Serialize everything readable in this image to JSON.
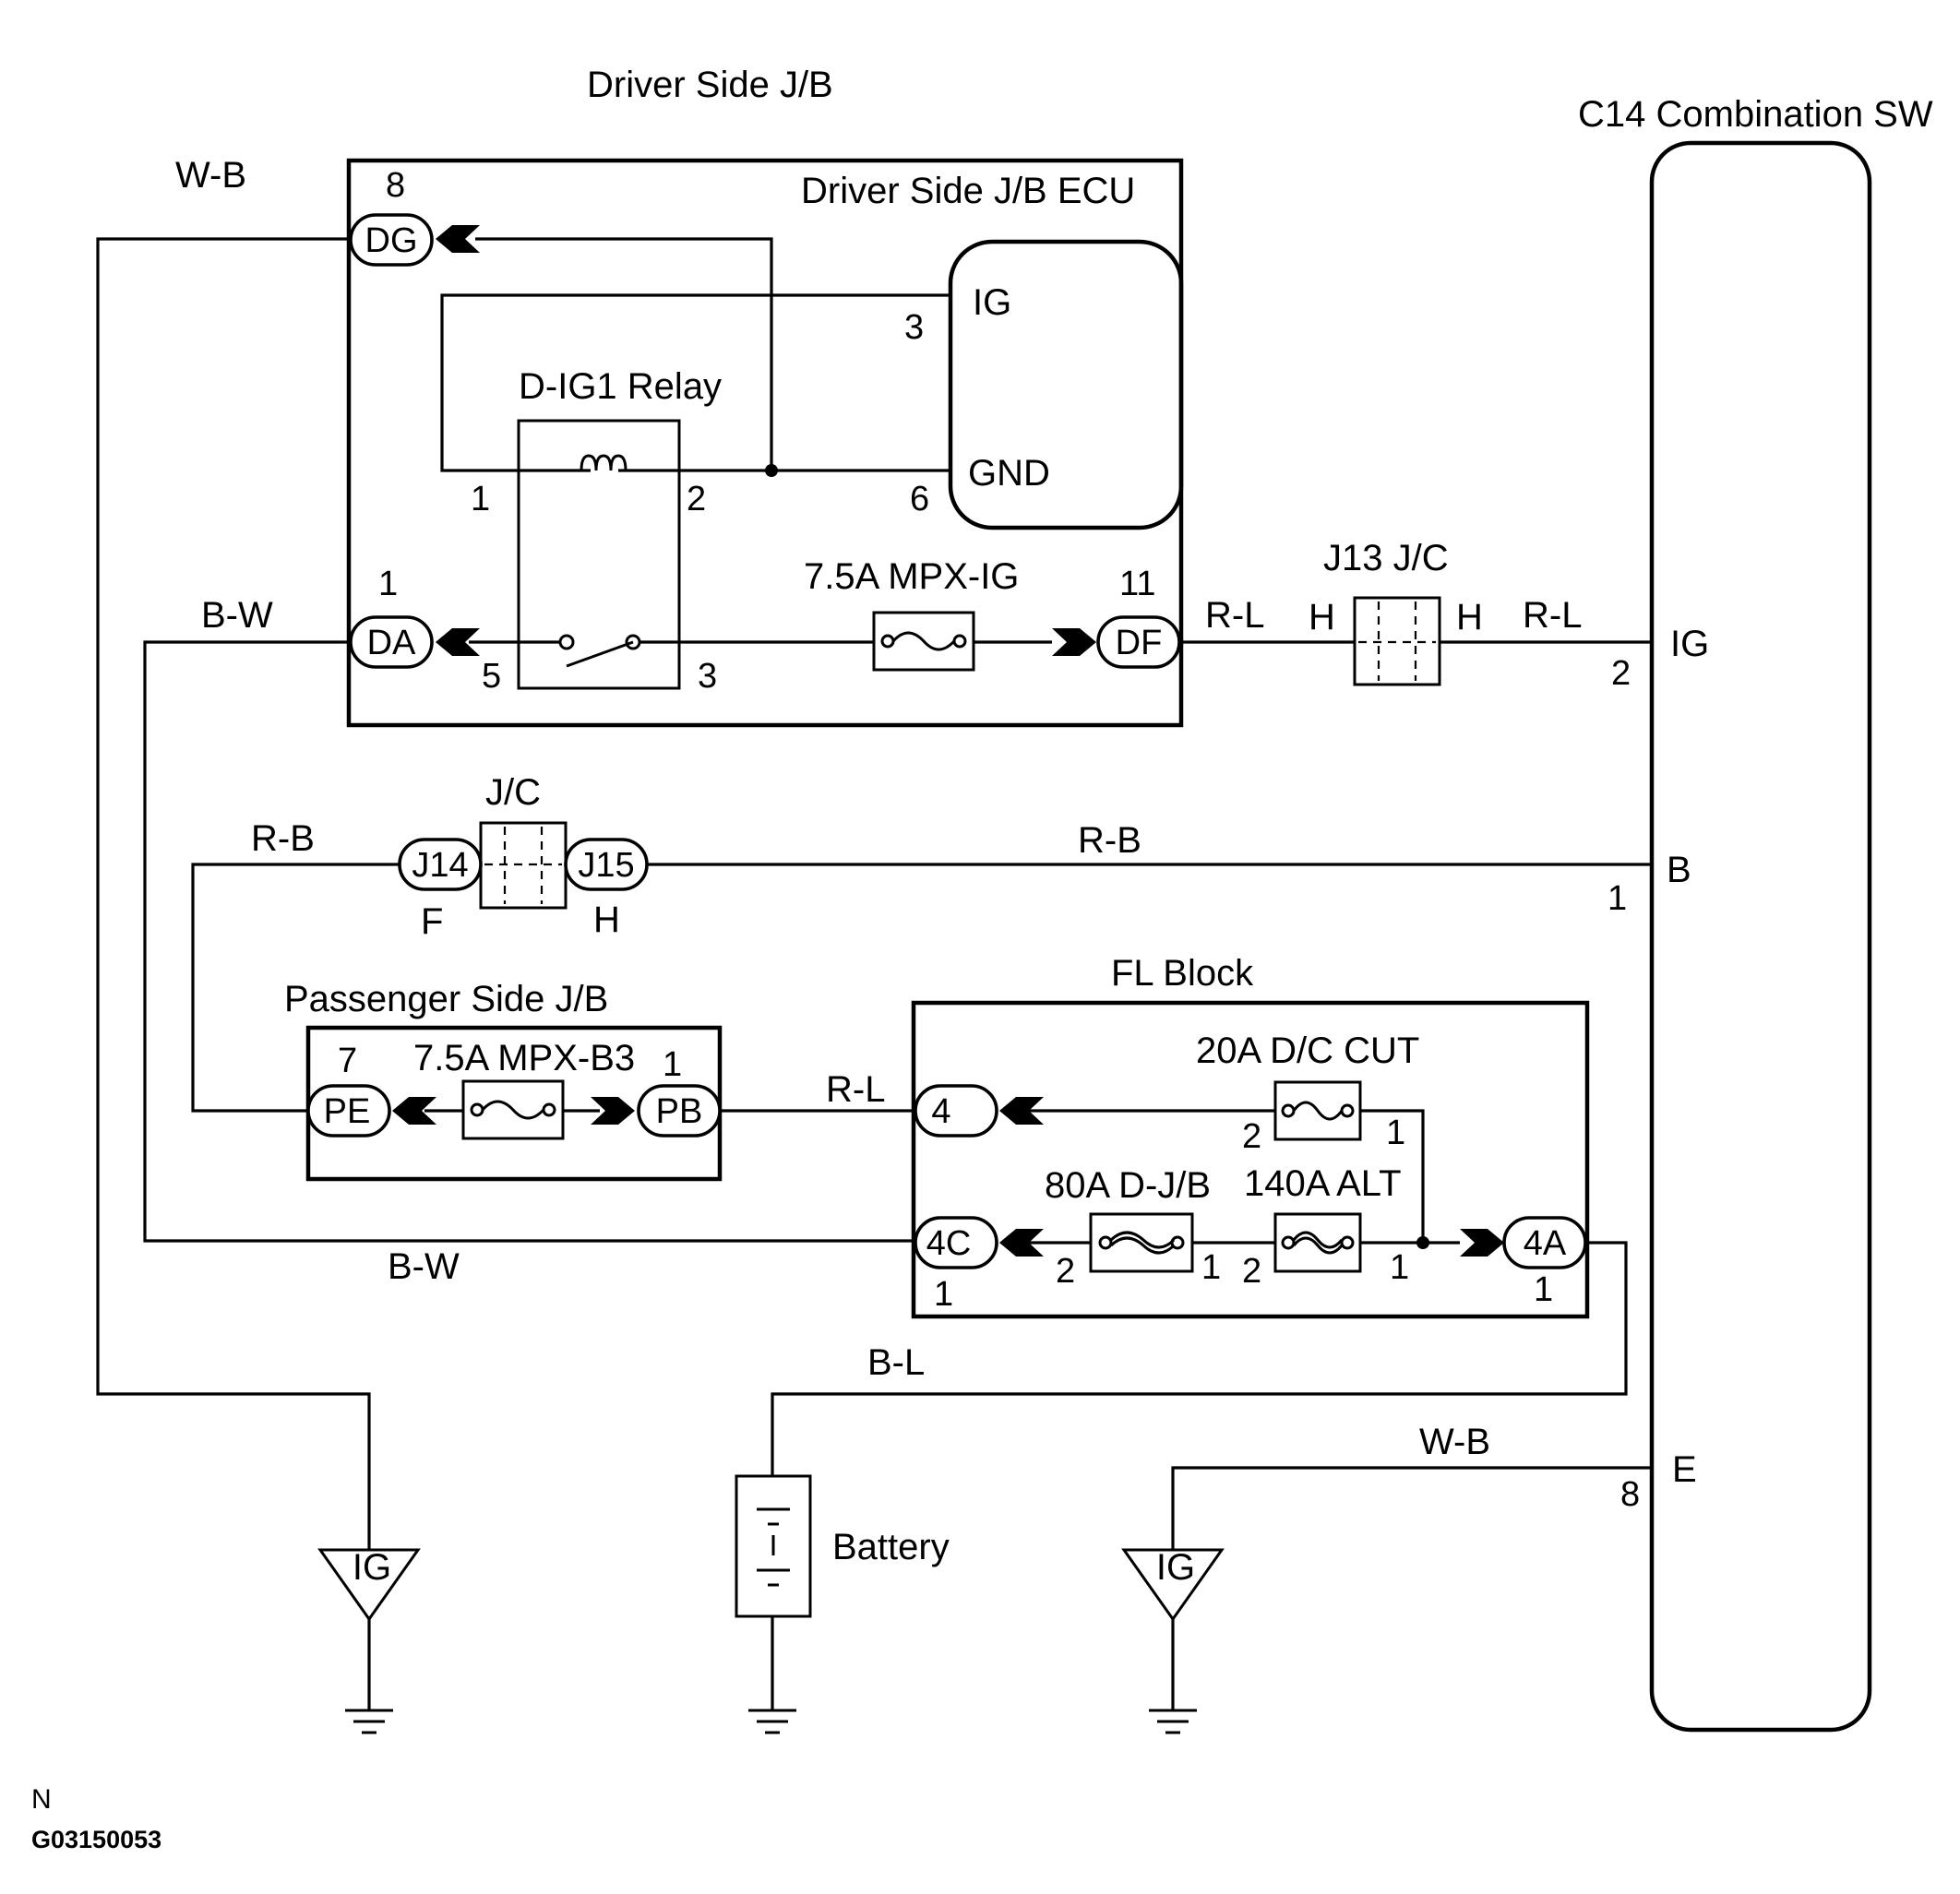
{
  "titles": {
    "driver_jb": "Driver Side J/B",
    "driver_jb_ecu": "Driver Side J/B ECU",
    "combination_sw": "C14 Combination SW",
    "relay": "D-IG1  Relay",
    "fuse_mpx_ig": "7.5A  MPX-IG",
    "j13": "J13 J/C",
    "jc": "J/C",
    "passenger_jb": "Passenger Side J/B",
    "fuse_mpx_b3": "7.5A  MPX-B3",
    "fl_block": "FL Block",
    "fuse_dc_cut": "20A D/C CUT",
    "fuse_djb": "80A  D-J/B",
    "fuse_alt": "140A ALT",
    "battery": "Battery"
  },
  "ecu_terminals": {
    "ig": "IG",
    "gnd": "GND",
    "ig_pin": "3",
    "gnd_pin": "6"
  },
  "connectors": {
    "dg": "DG",
    "da": "DA",
    "df": "DF",
    "j14": "J14",
    "j15": "J15",
    "pe": "PE",
    "pb": "PB",
    "fl4": "4",
    "fl4c": "4C",
    "fl4a": "4A"
  },
  "pins": {
    "dg": "8",
    "da": "1",
    "df": "11",
    "relay_1": "1",
    "relay_2": "2",
    "relay_5": "5",
    "relay_3": "3",
    "j14_side": "F",
    "j15_side": "H",
    "j13_left": "H",
    "j13_right": "H",
    "pe": "7",
    "pb": "1",
    "dc_cut_2": "2",
    "dc_cut_1": "1",
    "djb_2": "2",
    "djb_1": "1",
    "alt_2": "2",
    "alt_1": "1",
    "fl4c": "1",
    "fl4a": "1",
    "sw_ig": "2",
    "sw_b": "1",
    "sw_e": "8"
  },
  "switch_terminals": {
    "ig": "IG",
    "b": "B",
    "e": "E"
  },
  "wires": {
    "wb_top": "W-B",
    "bw_top": "B-W",
    "rl_df": "R-L",
    "rl_sw": "R-L",
    "rb_left": "R-B",
    "rb_right": "R-B",
    "rl_pb": "R-L",
    "bw_bottom": "B-W",
    "bl": "B-L",
    "wb_bottom": "W-B"
  },
  "ground_labels": {
    "left": "IG",
    "right": "IG"
  },
  "footer": {
    "code": "N",
    "figure_id": "G03150053"
  }
}
